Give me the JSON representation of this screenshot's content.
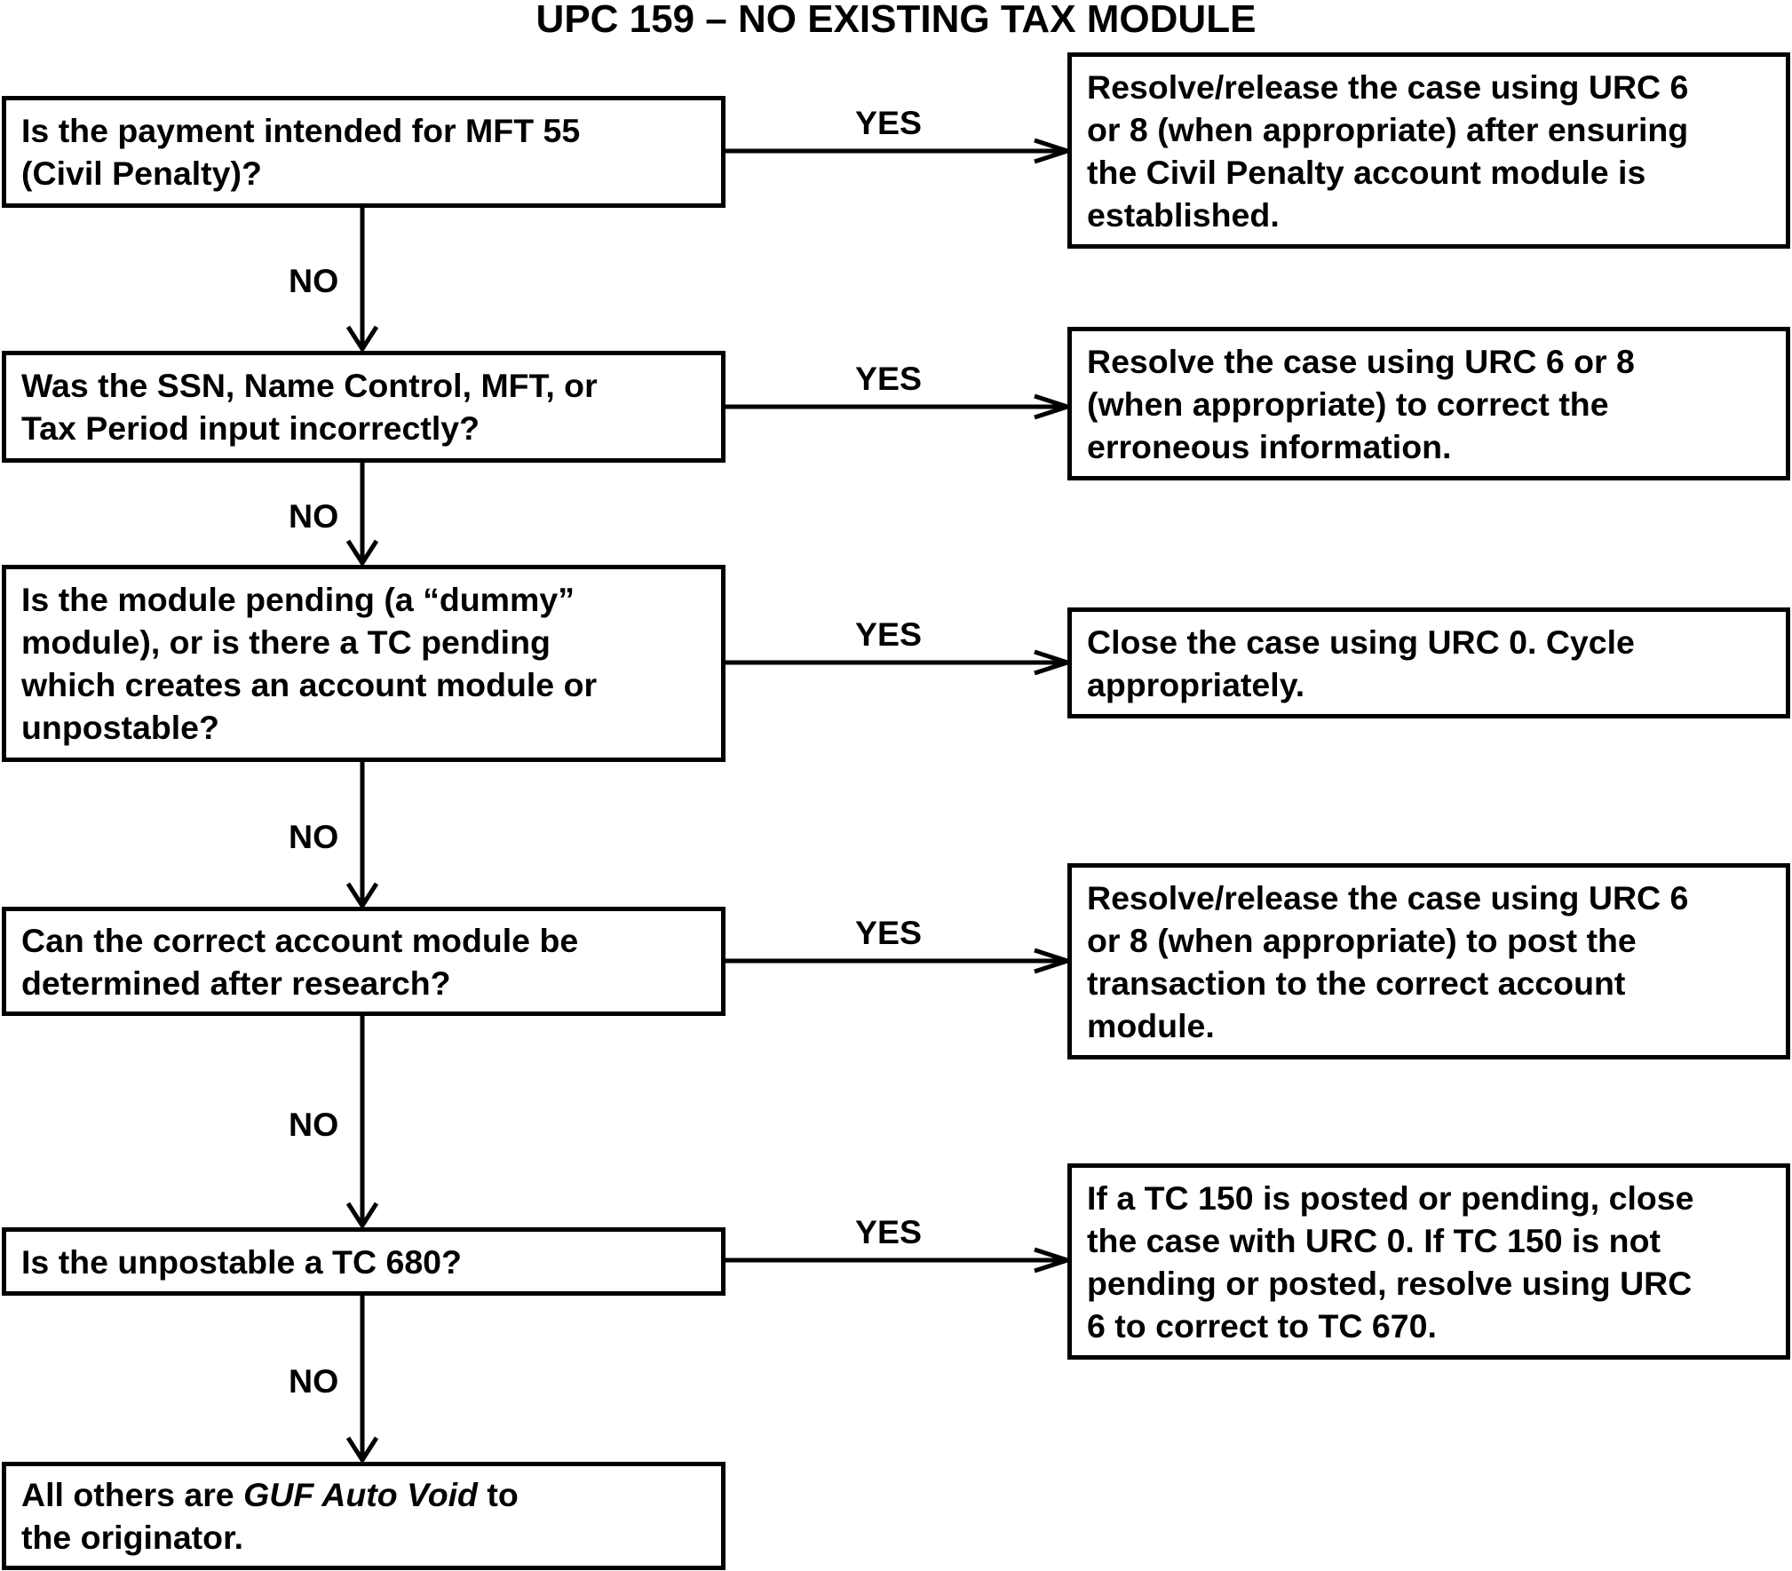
{
  "title": "UPC 159 – NO EXISTING TAX MODULE",
  "questions": [
    {
      "lines": [
        "Is the payment intended for MFT 55",
        "(Civil Penalty)?"
      ]
    },
    {
      "lines": [
        "Was the SSN, Name Control, MFT, or",
        "Tax Period input incorrectly?"
      ]
    },
    {
      "lines": [
        "Is the module pending (a “dummy”",
        "module), or is there a TC pending",
        "which creates an account module or",
        "unpostable?"
      ]
    },
    {
      "lines": [
        "Can the correct account module be",
        "determined after research?"
      ]
    },
    {
      "lines": [
        "Is the unpostable a TC 680?"
      ]
    }
  ],
  "final": {
    "prefix": "All others are ",
    "italic": "GUF Auto Void",
    "suffix": " to",
    "line2": "the originator."
  },
  "actions": [
    {
      "lines": [
        "Resolve/release the case using URC 6",
        "or 8 (when appropriate) after ensuring",
        "the Civil Penalty account module is",
        "established."
      ]
    },
    {
      "lines": [
        "Resolve the case using URC 6 or 8",
        "(when appropriate) to correct the",
        "erroneous information."
      ]
    },
    {
      "lines": [
        "Close the case using URC 0.  Cycle",
        "appropriately."
      ]
    },
    {
      "lines": [
        "Resolve/release the case using URC 6",
        "or 8 (when appropriate) to post the",
        "transaction to the correct account",
        "module."
      ]
    },
    {
      "lines": [
        "If a TC 150 is posted or pending, close",
        "the case with URC 0.  If TC 150 is not",
        "pending or posted, resolve using URC",
        "6 to correct to TC 670."
      ]
    }
  ],
  "yes_label": "YES",
  "no_label": "NO"
}
